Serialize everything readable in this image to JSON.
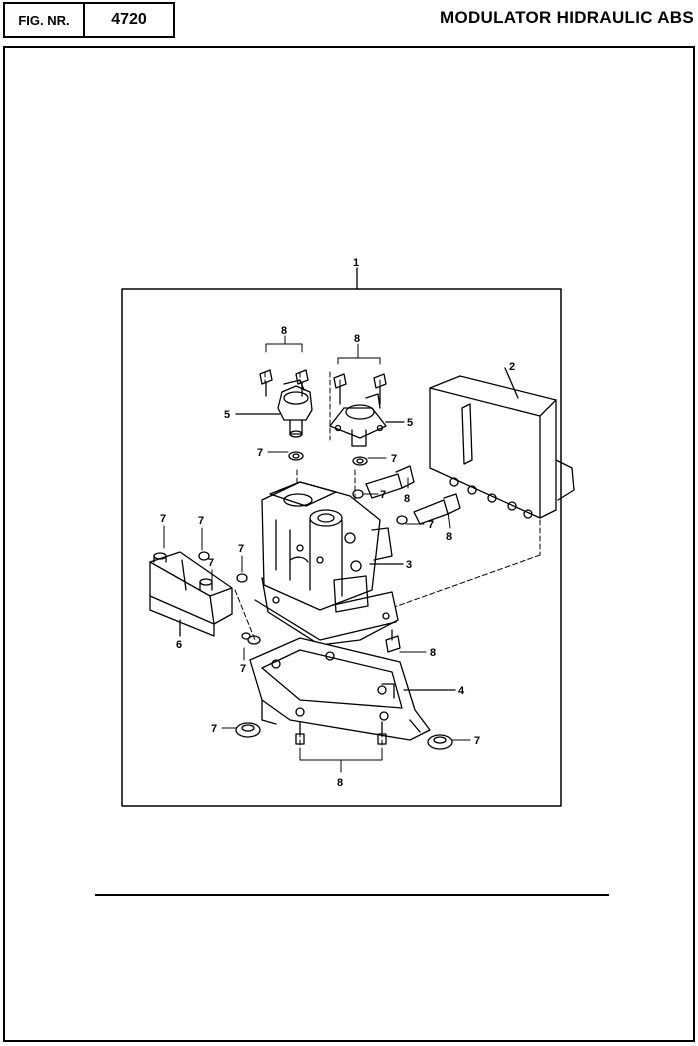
{
  "header": {
    "fig_label": "FIG. NR.",
    "fig_number": "4720",
    "title": "MODULATOR HIDRAULIC ABS"
  },
  "callouts": {
    "assembly": "1",
    "ecu": "2",
    "valve_body": "3",
    "bracket": "4",
    "sensor": "5",
    "relay": "6",
    "seal": "7",
    "screw": "8"
  }
}
